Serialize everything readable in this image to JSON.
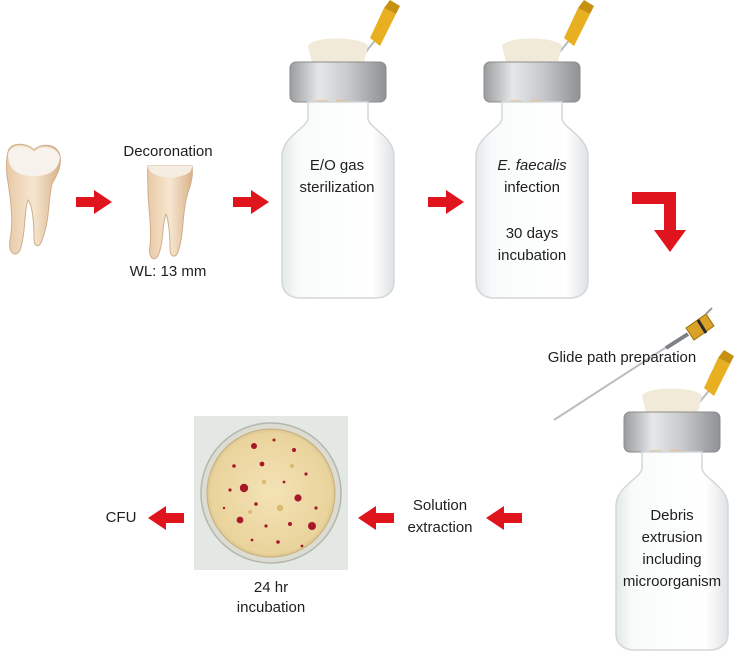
{
  "labels": {
    "decoronation": "Decoronation",
    "wl": "WL: 13 mm",
    "eo_line1": "E/O gas",
    "eo_line2": "sterilization",
    "ef_species": "E. faecalis",
    "ef_line2": "infection",
    "ef_line3": "30 days",
    "ef_line4": "incubation",
    "glide": "Glide path preparation",
    "debris_line1": "Debris",
    "debris_line2": "extrusion",
    "debris_line3": "including",
    "debris_line4": "microorganism",
    "solution_line1": "Solution",
    "solution_line2": "extraction",
    "incub_line1": "24 hr",
    "incub_line2": "incubation",
    "cfu": "CFU"
  },
  "colors": {
    "arrow": "#e0141c",
    "vial_cap": "#c8cacc",
    "needle_hub": "#e8b020",
    "plate_agar": "#f2dfae",
    "colony": "#a8182a"
  }
}
